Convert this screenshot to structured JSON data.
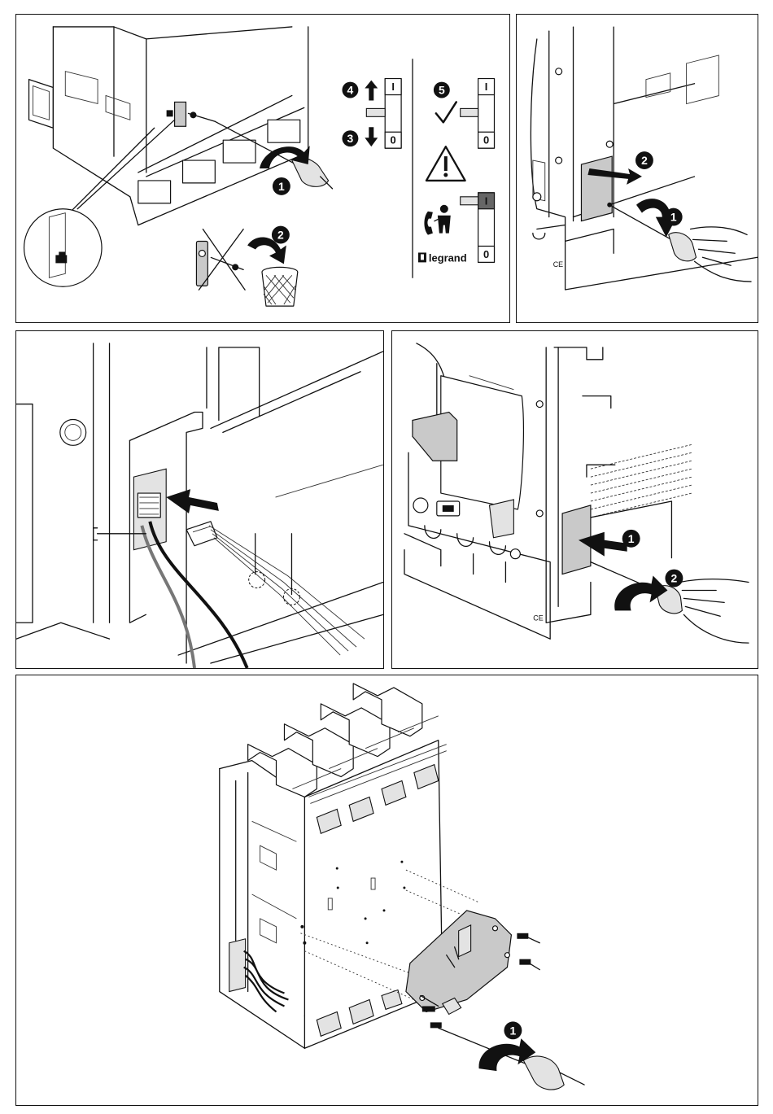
{
  "steps": {
    "s1": "1",
    "s2": "2",
    "s3": "3",
    "s4": "4",
    "s5": "5"
  },
  "switch": {
    "on": "I",
    "off": "0"
  },
  "brand": {
    "name": "legrand"
  },
  "marks": {
    "ce": "CE"
  },
  "icons": {
    "arrow_up": "arrow-up-icon",
    "arrow_down": "arrow-down-icon",
    "check": "check-icon",
    "warning": "warning-icon",
    "phone_person": "phone-technician-icon",
    "trash": "trash-bin-icon"
  }
}
